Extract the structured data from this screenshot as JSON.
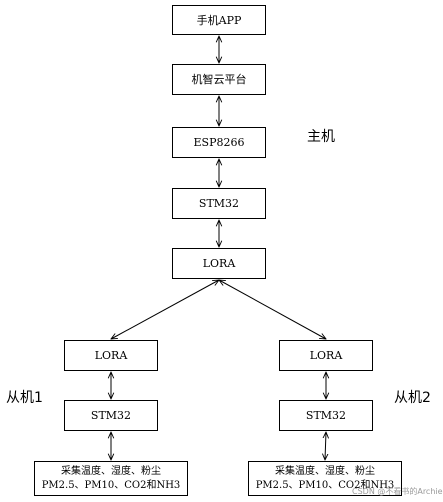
{
  "nodes": {
    "phone_app": "手机APP",
    "cloud": "机智云平台",
    "esp8266": "ESP8266",
    "stm32_host": "STM32",
    "lora_host": "LORA",
    "lora_slave1": "LORA",
    "stm32_slave1": "STM32",
    "sensor_slave1": {
      "line1": "采集温度、湿度、粉尘",
      "line2": "PM2.5、PM10、CO2和NH3"
    },
    "lora_slave2": "LORA",
    "stm32_slave2": "STM32",
    "sensor_slave2": {
      "line1": "采集温度、湿度、粉尘",
      "line2": "PM2.5、PM10、CO2和NH3"
    }
  },
  "labels": {
    "host": "主机",
    "slave1": "从机1",
    "slave2": "从机2"
  },
  "watermark": "CSDN @不看书的Archie",
  "connections": [
    {
      "from": "phone_app",
      "to": "cloud",
      "type": "bidirectional"
    },
    {
      "from": "cloud",
      "to": "esp8266",
      "type": "bidirectional"
    },
    {
      "from": "esp8266",
      "to": "stm32_host",
      "type": "bidirectional"
    },
    {
      "from": "stm32_host",
      "to": "lora_host",
      "type": "bidirectional"
    },
    {
      "from": "lora_host",
      "to": "lora_slave1",
      "type": "bidirectional"
    },
    {
      "from": "lora_host",
      "to": "lora_slave2",
      "type": "bidirectional"
    },
    {
      "from": "lora_slave1",
      "to": "stm32_slave1",
      "type": "bidirectional"
    },
    {
      "from": "stm32_slave1",
      "to": "sensor_slave1",
      "type": "bidirectional"
    },
    {
      "from": "lora_slave2",
      "to": "stm32_slave2",
      "type": "bidirectional"
    },
    {
      "from": "stm32_slave2",
      "to": "sensor_slave2",
      "type": "bidirectional"
    }
  ]
}
